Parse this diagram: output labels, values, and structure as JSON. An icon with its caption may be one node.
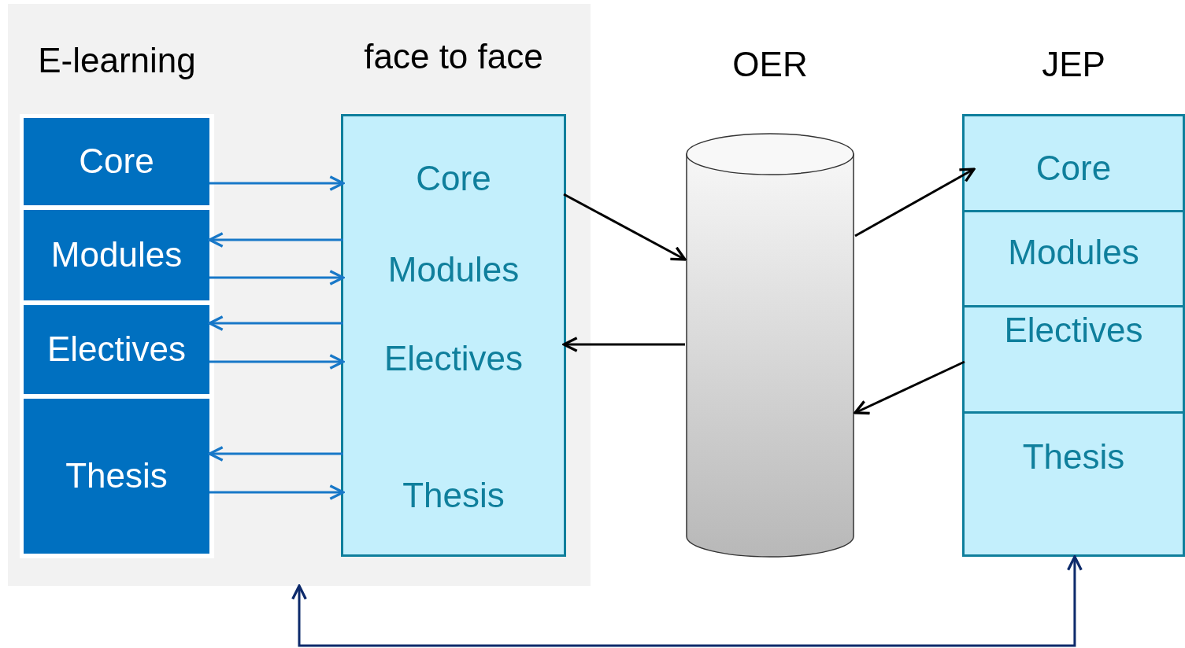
{
  "diagram": {
    "nodes": [
      {
        "text": [],
        "shape": "box"
      },
      {
        "text": [
          "E-learning"
        ],
        "in": 0
      },
      {
        "text": [
          "Core"
        ],
        "in": 1
      },
      {
        "text": [
          "Modules"
        ],
        "in": 1
      },
      {
        "text": [
          "Electives"
        ],
        "in": 1
      },
      {
        "text": [
          "Thesis"
        ],
        "in": 1
      },
      {
        "text": [
          "face to face"
        ],
        "in": 0
      },
      {
        "text": [
          "Core"
        ],
        "in": 6
      },
      {
        "text": [
          "Modules"
        ],
        "in": 6
      },
      {
        "text": [
          "Electives"
        ],
        "in": 6
      },
      {
        "text": [
          "Thesis"
        ],
        "in": 6
      },
      {
        "text": [
          "OER"
        ]
      },
      {
        "text": [
          "JEP"
        ]
      },
      {
        "text": [
          "Core"
        ],
        "in": 12
      },
      {
        "text": [
          "Modules"
        ],
        "in": 12
      },
      {
        "text": [
          "Electives"
        ],
        "in": 12
      },
      {
        "text": [
          "Thesis"
        ],
        "in": 12
      }
    ],
    "edges": [
      {
        "from": 2,
        "to": 7,
        "arrow": "to"
      },
      {
        "from": 8,
        "to": 3,
        "arrow": "to"
      },
      {
        "from": 3,
        "to": 8,
        "arrow": "to"
      },
      {
        "from": 9,
        "to": 4,
        "arrow": "to"
      },
      {
        "from": 4,
        "to": 9,
        "arrow": "to"
      },
      {
        "from": 10,
        "to": 5,
        "arrow": "to"
      },
      {
        "from": 5,
        "to": 10,
        "arrow": "to"
      },
      {
        "from": 7,
        "to": 11,
        "arrow": "to",
        "color": "#000000"
      },
      {
        "from": 11,
        "to": 9,
        "arrow": "to",
        "color": "#000000"
      },
      {
        "from": 11,
        "to": 13,
        "arrow": "to",
        "color": "#000000"
      },
      {
        "from": 15,
        "to": 11,
        "arrow": "to",
        "color": "#000000"
      },
      {
        "from": 0,
        "to": 12,
        "arrow": "both",
        "color": "#0d2a6b"
      }
    ]
  }
}
